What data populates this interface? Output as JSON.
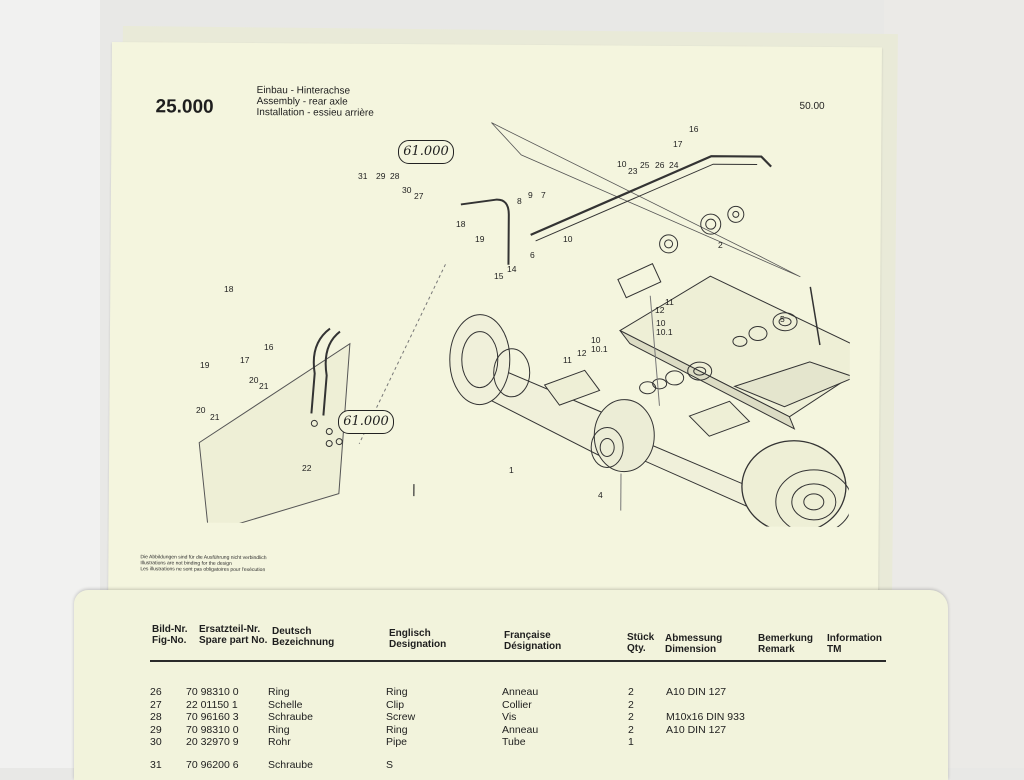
{
  "upper_page": {
    "page_number": "25.000",
    "title_de": "Einbau - Hinterachse",
    "title_en": "Assembly - rear axle",
    "title_fr": "Installation - essieu arrière",
    "revision": "50.00",
    "callout_top": "61.000",
    "callout_bottom": "61.000",
    "disclaimer_de": "Die Abbildungen sind für die Ausführung nicht verbindlich",
    "disclaimer_en": "Illustrations are not binding for the design",
    "disclaimer_fr": "Les illustrations ne sont pas obligatoires pour l'exécution",
    "part_labels": [
      "16",
      "17",
      "31",
      "29",
      "28",
      "30",
      "27",
      "9",
      "7",
      "8",
      "10",
      "23",
      "25",
      "26",
      "24",
      "18",
      "19",
      "6",
      "10",
      "14",
      "15",
      "2",
      "18",
      "16",
      "19",
      "17",
      "20",
      "21",
      "20",
      "21",
      "11",
      "12",
      "10",
      "10.1",
      "5",
      "11",
      "12",
      "10",
      "10.1",
      "22",
      "1",
      "4"
    ]
  },
  "lower_page": {
    "headers": {
      "fig_no_de": "Bild-Nr.",
      "fig_no_en": "Fig-No.",
      "part_no_de": "Ersatzteil-Nr.",
      "part_no_en": "Spare part No.",
      "desc_de_1": "Deutsch",
      "desc_de_2": "Bezeichnung",
      "desc_en_1": "Englisch",
      "desc_en_2": "Designation",
      "desc_fr_1": "Française",
      "desc_fr_2": "Désignation",
      "qty_1": "Stück",
      "qty_2": "Qty.",
      "dim_1": "Abmessung",
      "dim_2": "Dimension",
      "remark_1": "Bemerkung",
      "remark_2": "Remark",
      "info_1": "Information",
      "info_2": "TM"
    },
    "rows": [
      {
        "fig": "26",
        "part": "70 98310 0",
        "de": "Ring",
        "en": "Ring",
        "fr": "Anneau",
        "qty": "2",
        "dim": "A10 DIN 127"
      },
      {
        "fig": "27",
        "part": "22 01150 1",
        "de": "Schelle",
        "en": "Clip",
        "fr": "Collier",
        "qty": "2",
        "dim": ""
      },
      {
        "fig": "28",
        "part": "70 96160 3",
        "de": "Schraube",
        "en": "Screw",
        "fr": "Vis",
        "qty": "2",
        "dim": "M10x16 DIN 933"
      },
      {
        "fig": "29",
        "part": "70 98310 0",
        "de": "Ring",
        "en": "Ring",
        "fr": "Anneau",
        "qty": "2",
        "dim": "A10 DIN 127"
      },
      {
        "fig": "30",
        "part": "20 32970 9",
        "de": "Rohr",
        "en": "Pipe",
        "fr": "Tube",
        "qty": "1",
        "dim": ""
      },
      {
        "fig": "31",
        "part": "70 96200 6",
        "de": "Schraube",
        "en": "S",
        "fr": "",
        "qty": "",
        "dim": ""
      }
    ]
  }
}
